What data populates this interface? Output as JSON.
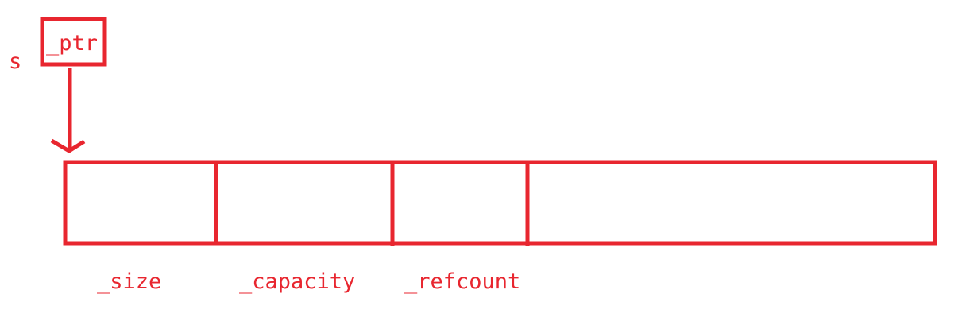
{
  "colors": {
    "accent": "#e8262f",
    "background": "#ffffff"
  },
  "variable": {
    "name": "s",
    "pointer_field": "_ptr"
  },
  "buffer": {
    "fields": [
      {
        "label": "_size"
      },
      {
        "label": "_capacity"
      },
      {
        "label": "_refcount"
      },
      {
        "label": ""
      }
    ]
  }
}
